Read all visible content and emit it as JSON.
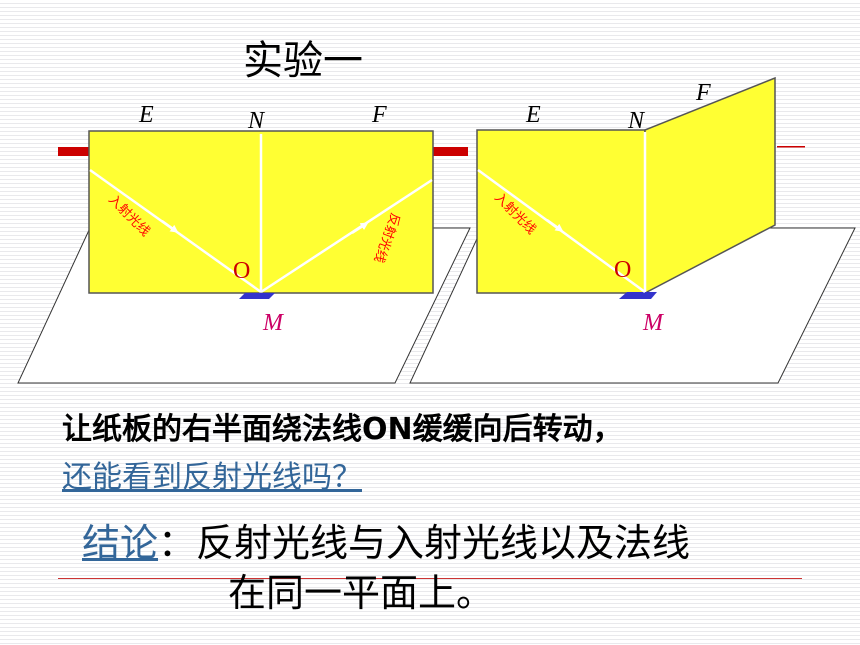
{
  "slide": {
    "title": "实验一",
    "question_line1": "让纸板的右半面绕法线ON缓缓向后转动，",
    "question_line2": "还能看到反射光线吗？",
    "conclusion_key": "结论",
    "conclusion_colon": "：",
    "conclusion_line1": "反射光线与入射光线以及法线",
    "conclusion_line2": "在同一平面上。"
  },
  "diagram_left": {
    "label_e": "E",
    "label_n": "N",
    "label_f": "F",
    "label_o": "O",
    "label_m": "M",
    "incident_text": "入射光线",
    "reflected_text": "反射光线"
  },
  "diagram_right": {
    "label_e": "E",
    "label_n": "N",
    "label_f": "F",
    "label_o": "O",
    "label_m": "M",
    "incident_text": "入射光线"
  },
  "colors": {
    "board": "#ffff33",
    "rod": "#cc0000",
    "mirror": "#3333cc",
    "link": "#336699",
    "label_m": "#cc0066",
    "ray_text": "#ff0000"
  }
}
